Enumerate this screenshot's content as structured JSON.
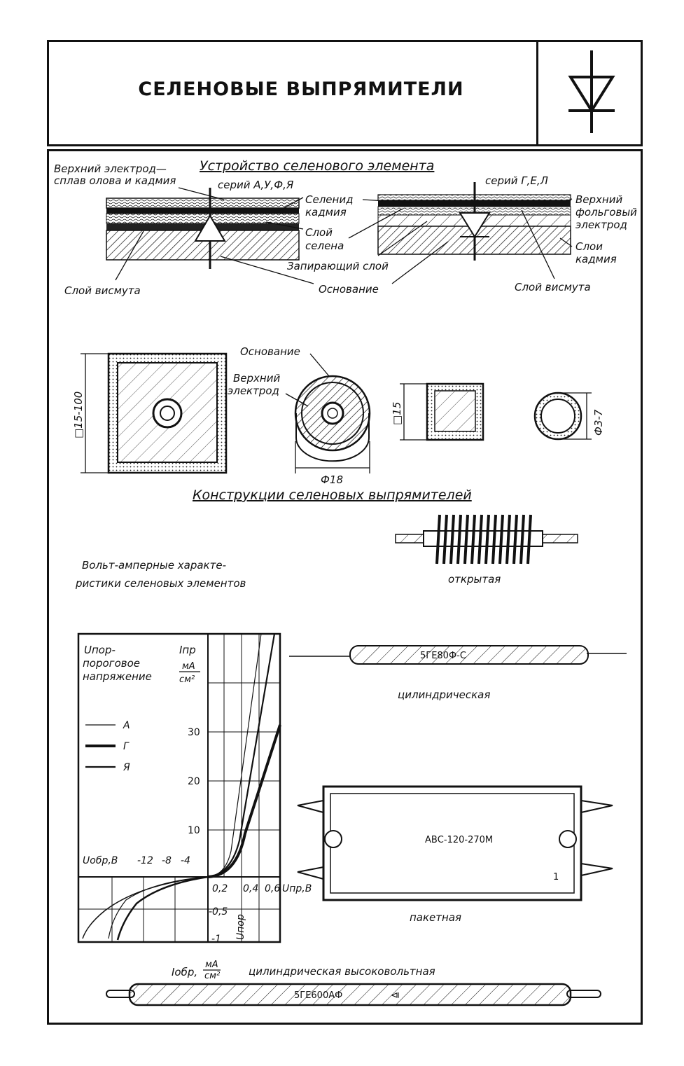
{
  "title": "СЕЛЕНОВЫЕ ВЫПРЯМИТЕЛИ",
  "section_device": {
    "heading": "Устройство селенового элемента",
    "top_electrode": "Верхний электрод—",
    "top_electrode_2": "сплав олова и кадмия",
    "series_left": "серий А,У,Ф,Я",
    "series_right": "серий Г,Е,Л",
    "selenide": "Селенид",
    "selenide_2": "кадмия",
    "selenium_layer": "Слой",
    "selenium_layer_2": "селена",
    "barrier_layer": "Запирающий слой",
    "bismuth_left": "Слой висмута",
    "bismuth_right": "Слой висмута",
    "base": "Основание",
    "foil_electrode": "Верхний",
    "foil_electrode_2": "фольговый",
    "foil_electrode_3": "электрод",
    "cadmium_layers": "Слои",
    "cadmium_layers_2": "кадмия"
  },
  "section_shapes": {
    "base": "Основание",
    "top_electrode": "Верхний",
    "top_electrode_2": "электрод",
    "dim_square_large": "□15-100",
    "dim_round": "Ф18",
    "dim_square_small": "□15",
    "dim_round_small": "Ф3-7"
  },
  "section_constructions": {
    "heading": "Конструкции селеновых выпрямителей",
    "open_label": "открытая",
    "cylindrical_label": "цилиндрическая",
    "cylindrical_marking": "5ГЕ80Ф-С",
    "packet_label": "пакетная",
    "packet_marking": "АВС-120-270М",
    "packet_pin": "1",
    "hv_label": "цилиндрическая высоковольтная",
    "hv_marking": "5ГЕ600АФ"
  },
  "vac": {
    "caption": "Вольт-амперные характе-",
    "caption_2": "ристики селеновых элементов",
    "threshold_note": "Uпор-",
    "threshold_note_2": "пороговое",
    "threshold_note_3": "напряжение",
    "y_label": "Iпр",
    "y_unit_num": "мА",
    "y_unit_den": "см²",
    "x_label_fwd": "Uпр,В",
    "x_label_rev": "Uобр,В",
    "x_rev_ticks": [
      "-12",
      "-8",
      "-4"
    ],
    "x_fwd_ticks": [
      "0,2",
      "0,4",
      "0,6"
    ],
    "y_ticks": [
      "10",
      "20",
      "30"
    ],
    "y_rev_ticks": [
      "-0,5",
      "-1"
    ],
    "threshold_axis": "Uпор",
    "y_rev_label": "Iобр,",
    "y_rev_unit_num": "мА",
    "y_rev_unit_den": "см²",
    "legend": [
      {
        "name": "А",
        "stroke": "thin"
      },
      {
        "name": "Г",
        "stroke": "thick"
      },
      {
        "name": "Я",
        "stroke": "medium"
      }
    ]
  },
  "colors": {
    "ink": "#111111",
    "paper": "#ffffff"
  }
}
